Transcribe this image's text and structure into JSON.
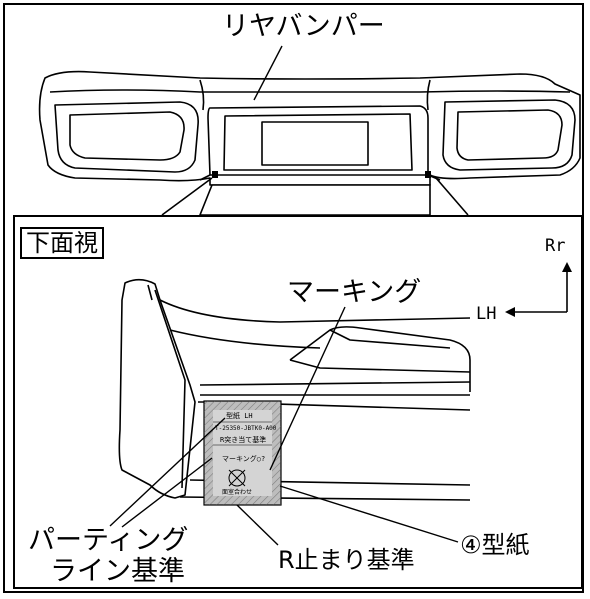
{
  "labels": {
    "rear_bumper": "リヤバンパー",
    "bottom_view": "下面視",
    "rr": "Rr",
    "lh": "LH",
    "marking": "マーキング",
    "parting_line_1": "パーティング",
    "parting_line_2": "ライン基準",
    "r_stop_ref": "R止まり基準",
    "template": "④型紙"
  },
  "template_sheet": {
    "line1": "型紙 LH",
    "line2": "T-25350-JBTK0-A00",
    "line3": "R突き当て基準",
    "line4": "マーキング○?",
    "line5": "面室合わせ"
  },
  "colors": {
    "ink": "#000000",
    "template_fill": "#bdbdbd",
    "background": "#ffffff"
  }
}
